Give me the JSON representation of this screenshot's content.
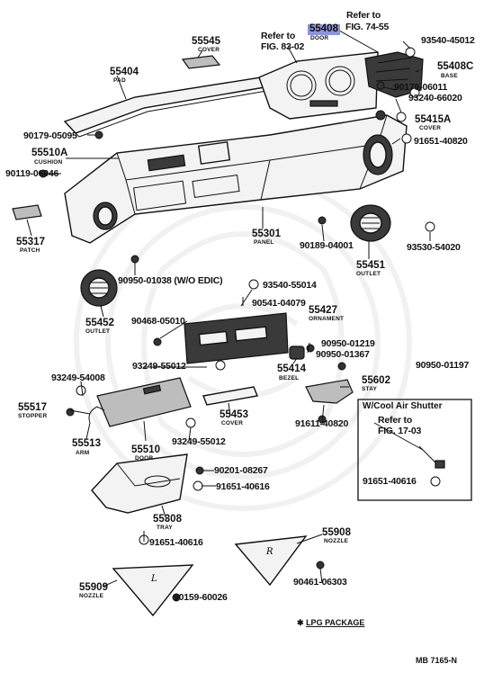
{
  "labels": {
    "refer_fig74": "Refer to",
    "refer_fig74_b": "FIG. 74-55",
    "p55408": "55408",
    "p55408_sub": "DOOR",
    "refer_fig83": "Refer to",
    "refer_fig83_b": "FIG. 83-02",
    "p55545": "55545",
    "p55545_sub": "COVER",
    "p93540_45012": "93540-45012",
    "p55408c": "55408C",
    "p55408c_sub": "BASE",
    "p55404": "55404",
    "p55404_sub": "PAD",
    "p90179_06011": "90179-06011",
    "p93240_66020": "93240-66020",
    "p55415a": "55415A",
    "p55415a_sub": "COVER",
    "p90179_05095": "90179-05095",
    "p91651_40820_a": "91651-40820",
    "p55510a": "55510A",
    "p55510a_sub": "CUSHION",
    "p90119_06046": "90119-06046",
    "p55317": "55317",
    "p55317_sub": "PATCH",
    "p55301": "55301",
    "p55301_sub": "PANEL",
    "p90189_04001": "90189-04001",
    "p93530_54020": "93530-54020",
    "p55451": "55451",
    "p55451_sub": "OUTLET",
    "p90950_01038": "90950-01038 (W/O EDIC)",
    "p93540_55014": "93540-55014",
    "p90541_04079": "90541-04079",
    "p55427": "55427",
    "p55427_sub": "ORNAMENT",
    "p55452": "55452",
    "p55452_sub": "OUTLET",
    "p90468_05010": "90468-05010",
    "p90950_01219": "90950-01219",
    "p90950_01367": "90950-01367",
    "p90950_01197": "90950-01197",
    "p93249_54008": "93249-54008",
    "p93249_55012_a": "93249-55012",
    "p55414": "55414",
    "p55414_sub": "BEZEL",
    "p55602": "55602",
    "p55602_sub": "STAY",
    "p55517": "55517",
    "p55517_sub": "STOPPER",
    "p55453": "55453",
    "p55453_sub": "COVER",
    "p91611_40820": "91611-40820",
    "p93249_55012_b": "93249-55012",
    "p55513": "55513",
    "p55513_sub": "ARM",
    "p55510": "55510",
    "p55510_sub": "DOOR",
    "p90201_08267": "90201-08267",
    "p91651_40616_a": "91651-40616",
    "p55308": "55308",
    "p55308_sub": "TRAY",
    "p91651_40616_b": "91651-40616",
    "p55908": "55908",
    "p55908_sub": "NOZZLE",
    "p55909": "55909",
    "p55909_sub": "NOZZLE",
    "p90159_60026": "90159-60026",
    "p90461_06303": "90461-06303",
    "box_title": "W/Cool Air Shutter",
    "box_refer": "Refer to",
    "box_refer_b": "FIG. 17-03",
    "box_part": "91651-40616",
    "lpg": "LPG PACKAGE",
    "lpg_mark": "✱",
    "footer_code": "MB 7165-N"
  }
}
